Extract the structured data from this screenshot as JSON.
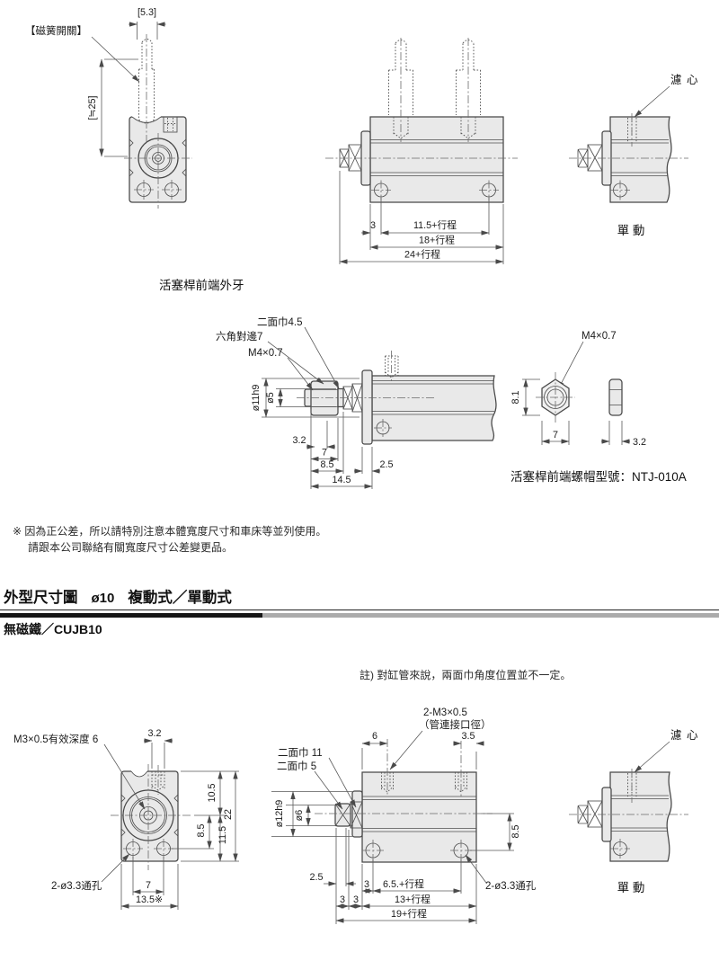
{
  "header": {
    "section_title": "外型尺寸圖",
    "bore": "ø10",
    "type_label": "複動式／單動式",
    "subtitle": "無磁鐵／CUJB10"
  },
  "notes": {
    "tolerance_line1": "※ 因為正公差，所以請特別注意本體寬度尺寸和車床等並列使用。",
    "tolerance_line2": "請跟本公司聯絡有關寬度尺寸公差變更品。",
    "tube_note": "註) 對缸管來說，兩面巾角度位置並不一定。"
  },
  "colors": {
    "header_bar_black": "#161616",
    "header_bar_gray": "#ababab",
    "body_fill": "#e9e9e9",
    "line": "#474747"
  },
  "top_section": {
    "front_view": {
      "switch_label": "【磁簧開關】",
      "switch_width": "[5.3]",
      "switch_length": "[≒25]"
    },
    "side_view": {
      "dim_3": "3",
      "dim_stroke_11_5": "11.5+行程",
      "dim_stroke_18": "18+行程",
      "dim_stroke_24": "24+行程"
    },
    "single_view": {
      "filter_label": "濾 心",
      "caption": "單 動"
    },
    "rod_end_heading": "活塞桿前端外牙"
  },
  "rod_end_detail": {
    "flat_width": "二面巾4.5",
    "hex_across": "六角對邊7",
    "thread": "M4×0.7",
    "dia_pilot": "ø11h9",
    "dia_rod": "ø5",
    "dim_3_2": "3.2",
    "dim_7": "7",
    "dim_8_5": "8.5",
    "dim_2_5": "2.5",
    "dim_14_5": "14.5"
  },
  "nut_detail": {
    "thread": "M4×0.7",
    "dim_8_1": "8.1",
    "dim_7": "7",
    "dim_3_2": "3.2",
    "caption": "活塞桿前端螺帽型號：NTJ-010A"
  },
  "bottom_section": {
    "front_view": {
      "thread_label": "M3×0.5有效深度 6",
      "dim_3_2": "3.2",
      "dim_10_5": "10.5",
      "dim_22": "22",
      "dim_8_5": "8.5",
      "dim_11_5": "11.5",
      "holes_label": "2-ø3.3通孔",
      "dim_7": "7",
      "dim_13_5": "13.5※"
    },
    "side_view": {
      "ports_label1": "2-M3×0.5",
      "ports_label2": "（管連接口徑）",
      "dim_6": "6",
      "dim_3_5": "3.5",
      "flat_11": "二面巾 11",
      "flat_5": "二面巾 5",
      "dia_12h9": "ø12h9",
      "dia_6": "ø6",
      "dim_8_5": "8.5",
      "dim_2_5": "2.5",
      "dim_3a": "3",
      "dim_3b": "3",
      "dim_3c": "3",
      "dim_stroke_6_5": "6.5.+行程",
      "dim_stroke_13": "13+行程",
      "dim_stroke_19": "19+行程",
      "holes_label": "2-ø3.3通孔"
    },
    "single_view": {
      "filter_label": "濾 心",
      "caption": "單 動"
    }
  }
}
